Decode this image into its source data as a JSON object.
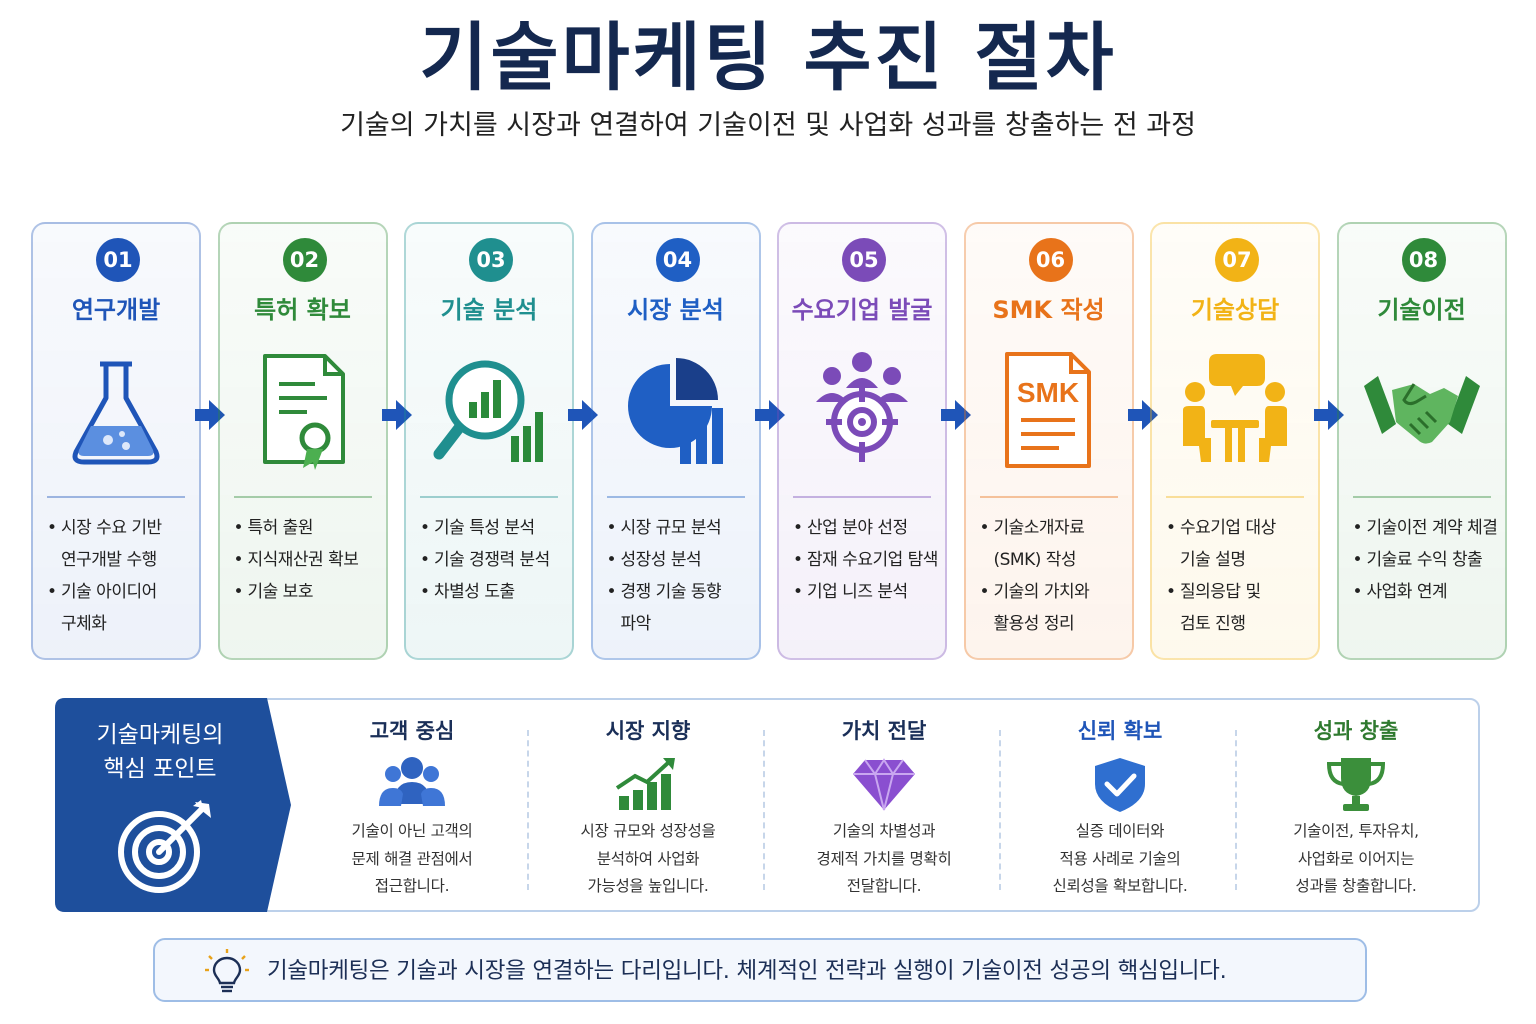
{
  "title": "기술마케팅 추진 절차",
  "subtitle": "기술의 가치를 시장과 연결하여 기술이전 및 사업화 성과를 창출하는 전 과정",
  "steps": [
    {
      "num": "01",
      "title": "연구개발",
      "icon": "flask-icon",
      "color": "#1f55b8",
      "bullets": [
        "시장 수요 기반\n연구개발 수행",
        "기술 아이디어\n구체화"
      ]
    },
    {
      "num": "02",
      "title": "특허 확보",
      "icon": "patent-certificate-icon",
      "color": "#2f8a3a",
      "bullets": [
        "특허 출원",
        "지식재산권 확보",
        "기술 보호"
      ]
    },
    {
      "num": "03",
      "title": "기술 분석",
      "icon": "magnifier-chart-icon",
      "color": "#1f8f8f",
      "bullets": [
        "기술 특성 분석",
        "기술 경쟁력 분석",
        "차별성 도출"
      ]
    },
    {
      "num": "04",
      "title": "시장 분석",
      "icon": "pie-chart-icon",
      "color": "#1f5fc4",
      "bullets": [
        "시장 규모 분석",
        "성장성 분석",
        "경쟁 기술 동향\n파악"
      ]
    },
    {
      "num": "05",
      "title": "수요기업 발굴",
      "icon": "target-people-icon",
      "color": "#7b4bb8",
      "bullets": [
        "산업 분야 선정",
        "잠재 수요기업 탐색",
        "기업 니즈 분석"
      ]
    },
    {
      "num": "06",
      "title": "SMK 작성",
      "icon": "smk-document-icon",
      "color": "#e8731a",
      "icon_text": "SMK",
      "bullets": [
        "기술소개자료\n(SMK) 작성",
        "기술의 가치와\n활용성 정리"
      ]
    },
    {
      "num": "07",
      "title": "기술상담",
      "icon": "consultation-icon",
      "color": "#f2b316",
      "bullets": [
        "수요기업 대상\n기술 설명",
        "질의응답 및\n검토 진행"
      ]
    },
    {
      "num": "08",
      "title": "기술이전",
      "icon": "handshake-icon",
      "color": "#2f8a3a",
      "bullets": [
        "기술이전 계약 체결",
        "기술료 수익 창출",
        "사업화 연계"
      ]
    }
  ],
  "key_points": {
    "label": "기술마케팅의\n핵심 포인트",
    "icon": "target-arrow-icon",
    "items": [
      {
        "title": "고객 중심",
        "icon": "people-icon",
        "color": "#1a2f58",
        "desc": "기술이 아닌 고객의\n문제 해결 관점에서\n접근합니다."
      },
      {
        "title": "시장 지향",
        "icon": "growth-chart-icon",
        "color": "#1a2f58",
        "desc": "시장 규모와 성장성을\n분석하여 사업화\n가능성을 높입니다."
      },
      {
        "title": "가치 전달",
        "icon": "diamond-icon",
        "color": "#1a2f58",
        "desc": "기술의 차별성과\n경제적 가치를 명확히\n전달합니다."
      },
      {
        "title": "신뢰 확보",
        "icon": "shield-check-icon",
        "color": "#1f55b8",
        "desc": "실증 데이터와\n적용 사례로 기술의\n신뢰성을 확보합니다."
      },
      {
        "title": "성과 창출",
        "icon": "trophy-icon",
        "color": "#2f7a2f",
        "desc": "기술이전, 투자유치,\n사업화로 이어지는\n성과를 창출합니다."
      }
    ]
  },
  "note": {
    "icon": "lightbulb-icon",
    "text": "기술마케팅은 기술과 시장을 연결하는 다리입니다. 체계적인 전략과 실행이 기술이전 성공의 핵심입니다."
  }
}
